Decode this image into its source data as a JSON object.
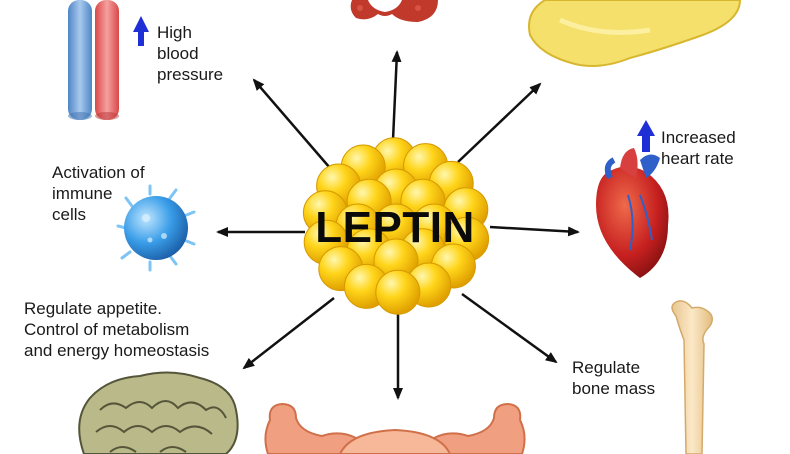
{
  "center": {
    "title": "LEPTIN"
  },
  "labels": {
    "blood_pressure": [
      "High",
      "blood",
      "pressure"
    ],
    "heart_rate": [
      "Increased",
      "heart rate"
    ],
    "immune": [
      "Activation of",
      "immune",
      "cells"
    ],
    "appetite": [
      "Regulate appetite.",
      "Control of metabolism",
      "and energy homeostasis"
    ],
    "bone": [
      "Regulate",
      "bone mass"
    ]
  },
  "colors": {
    "arrow": "#111111",
    "indicator_arrow": "#1f2fd6",
    "fat_cell": "#f5c800",
    "immune_cell": "#3a9de8",
    "vessel_blue": "#6fa0d8",
    "vessel_red": "#ea6a6a",
    "heart": "#c62020",
    "brain": "#b9b98a",
    "bone": "#f3d9a8",
    "pancreas": "#f4e06a",
    "thyroid": "#c0392b",
    "uterus": "#f0a080"
  },
  "icons": [
    "blood-vessels-icon",
    "thyroid-icon",
    "pancreas-icon",
    "heart-icon",
    "immune-cell-icon",
    "fat-cell-cluster-icon",
    "brain-icon",
    "uterus-icon",
    "bone-icon"
  ]
}
